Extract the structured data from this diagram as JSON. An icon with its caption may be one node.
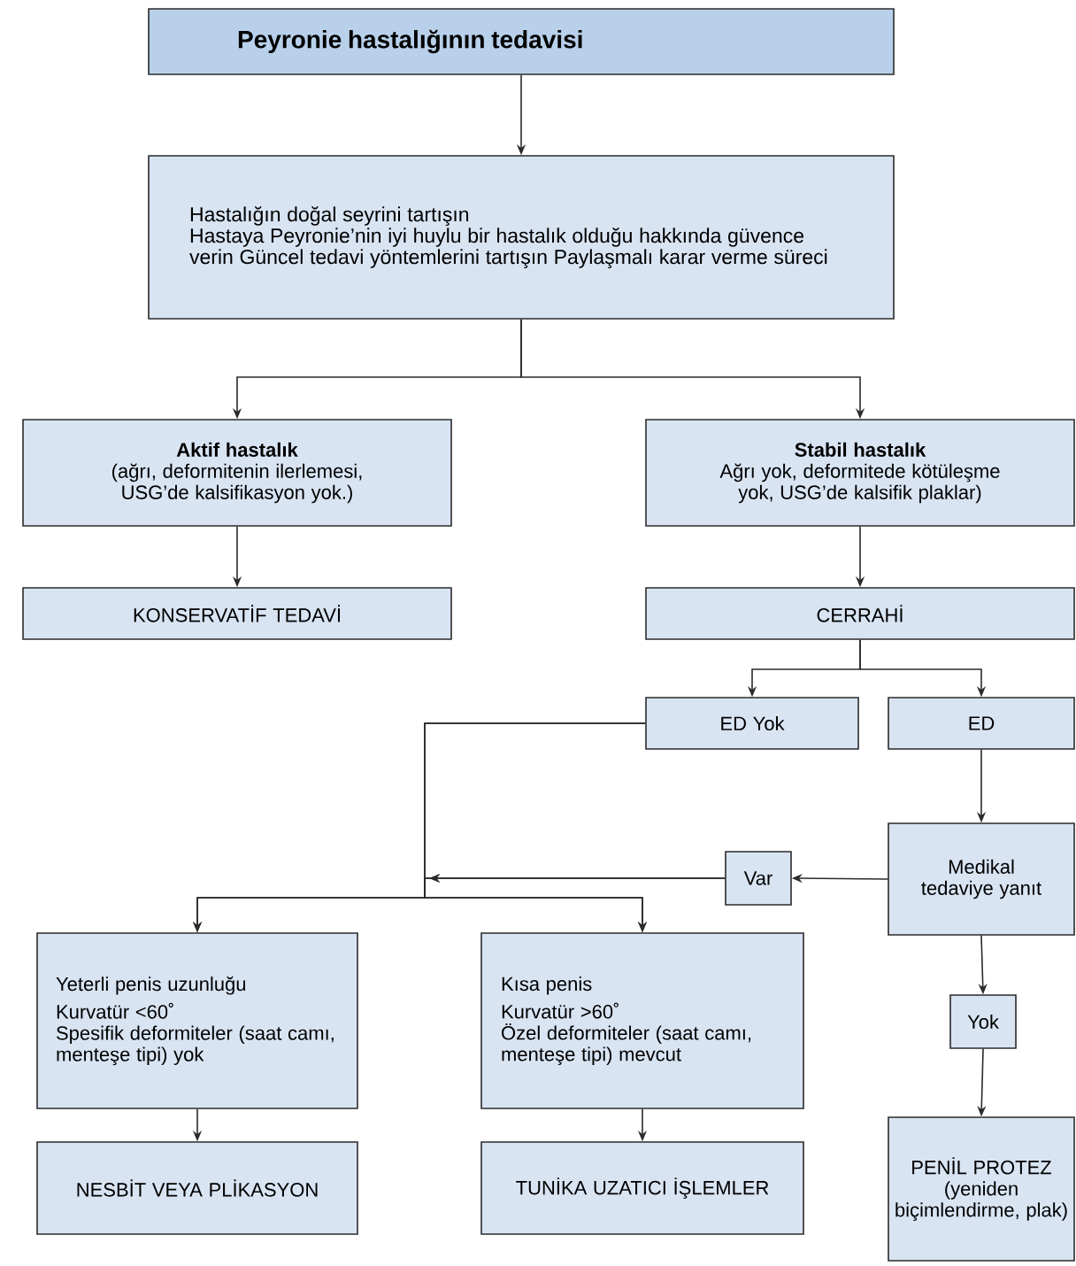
{
  "diagram": {
    "nodes": [
      {
        "text": [
          "Peyronie hastalığının tedavisi"
        ]
      },
      {
        "text": [
          "Hastalığın doğal seyrini tartışın",
          "Hastaya Peyronie’nin iyi huylu bir hastalık olduğu hakkında güvence verin Güncel tedavi yöntemlerini tartışın Paylaşmalı karar verme süreci"
        ]
      },
      {
        "text": [
          "Aktif hastalık",
          "(ağrı, deformitenin ilerlemesi, USG’de kalsifikasyon yok.)"
        ]
      },
      {
        "text": [
          "Stabil hastalık",
          "Ağrı yok, deformitede kötüleşme yok, USG’de kalsifik plaklar)"
        ]
      },
      {
        "text": [
          "KONSERVATİF TEDAVİ"
        ]
      },
      {
        "text": [
          "CERRAHİ"
        ]
      },
      {
        "text": [
          "ED Yok"
        ]
      },
      {
        "text": [
          "ED"
        ]
      },
      {
        "text": [
          "Medikal tedaviye yanıt"
        ]
      },
      {
        "text": [
          "Var"
        ]
      },
      {
        "text": [
          "Yok"
        ]
      },
      {
        "text": [
          "PENİL PROTEZ (yeniden biçimlendirme, plak)"
        ]
      },
      {
        "text": [
          "Yeterli penis uzunluğu",
          "Kurvatür <60˚",
          "Spesifik deformiteler (saat camı, menteşe tipi) yok"
        ]
      },
      {
        "text": [
          "Kısa penis",
          "Kurvatür >60˚",
          "Özel deformiteler (saat camı, menteşe tipi) mevcut"
        ]
      },
      {
        "text": [
          "NESBİT VEYA PLİKASYON"
        ]
      },
      {
        "text": [
          "TUNİKA UZATICI İŞLEMLER"
        ]
      }
    ],
    "edges": [
      {
        "from": 0,
        "to": 1,
        "arrow": "to"
      },
      {
        "from": 1,
        "to": 2,
        "arrow": "to"
      },
      {
        "from": 1,
        "to": 3,
        "arrow": "to"
      },
      {
        "from": 2,
        "to": 4,
        "arrow": "to"
      },
      {
        "from": 3,
        "to": 5,
        "arrow": "to"
      },
      {
        "from": 5,
        "to": 6,
        "arrow": "to"
      },
      {
        "from": 5,
        "to": 7,
        "arrow": "to"
      },
      {
        "from": 7,
        "to": 8,
        "arrow": "to"
      },
      {
        "from": 8,
        "to": 9,
        "arrow": "to"
      },
      {
        "from": 9,
        "to": 12,
        "arrow": "to"
      },
      {
        "from": 9,
        "to": 13,
        "arrow": "to"
      },
      {
        "from": 6,
        "to": 12,
        "arrow": "to"
      },
      {
        "from": 6,
        "to": 13,
        "arrow": "to"
      },
      {
        "from": 8,
        "to": 10,
        "arrow": "to"
      },
      {
        "from": 10,
        "to": 11,
        "arrow": "to"
      },
      {
        "from": 12,
        "to": 14,
        "arrow": "to"
      },
      {
        "from": 13,
        "to": 15,
        "arrow": "to"
      }
    ]
  }
}
